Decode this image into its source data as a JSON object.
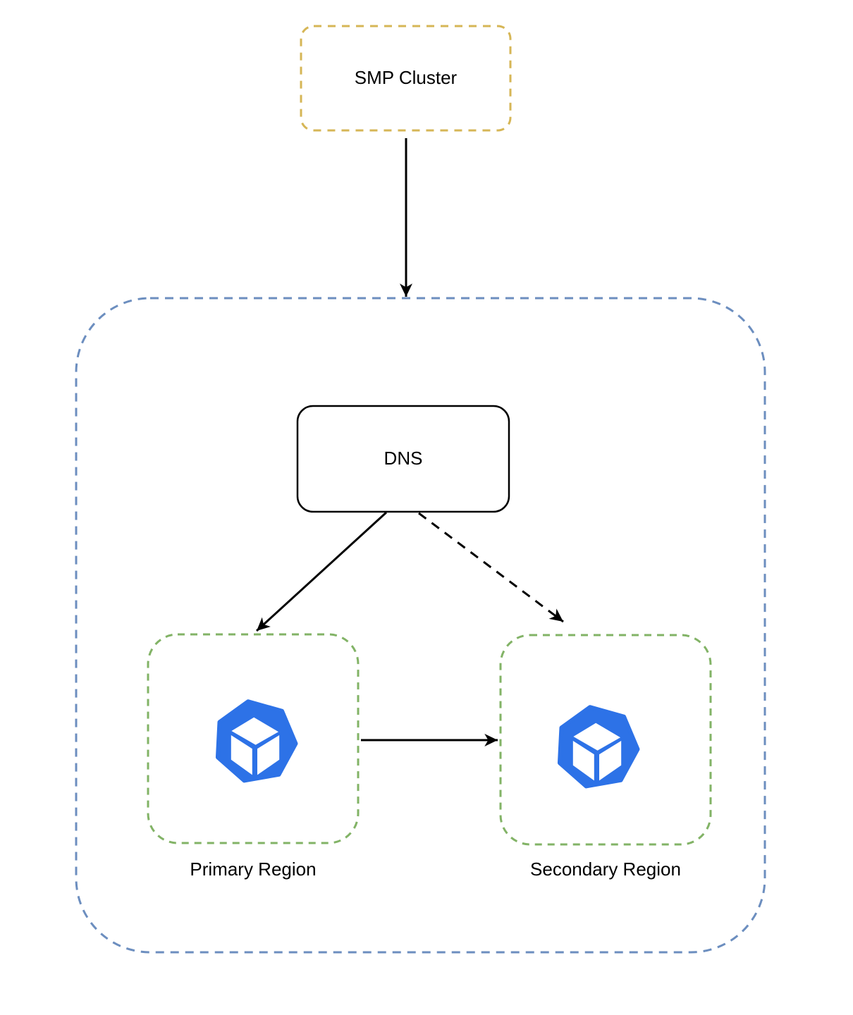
{
  "diagram": {
    "nodes": {
      "smp_cluster": {
        "label": "SMP Cluster",
        "shape": "rounded-rect-dashed",
        "border_color": "#d6b656"
      },
      "multi_region_container": {
        "label": "",
        "shape": "rounded-container-dashed",
        "border_color": "#6c8ebf"
      },
      "dns": {
        "label": "DNS",
        "shape": "rounded-rect-solid",
        "border_color": "#000000"
      },
      "primary_region": {
        "label": "Primary Region",
        "shape": "rounded-rect-dashed",
        "border_color": "#82b366",
        "icon": "cube-heptagon-icon"
      },
      "secondary_region": {
        "label": "Secondary Region",
        "shape": "rounded-rect-dashed",
        "border_color": "#82b366",
        "icon": "cube-heptagon-icon"
      }
    },
    "edges": [
      {
        "from": "SMP Cluster",
        "to": "Multi-region container",
        "style": "solid",
        "arrowhead": "filled"
      },
      {
        "from": "DNS",
        "to": "Primary Region",
        "style": "solid",
        "arrowhead": "filled"
      },
      {
        "from": "DNS",
        "to": "Secondary Region",
        "style": "dashed",
        "arrowhead": "filled"
      },
      {
        "from": "Primary Region",
        "to": "Secondary Region",
        "style": "solid",
        "arrowhead": "filled"
      }
    ],
    "colors": {
      "background": "#ffffff",
      "smp_border": "#d6b656",
      "container_border": "#6c8ebf",
      "region_border": "#82b366",
      "node_border": "#000000",
      "arrow": "#000000",
      "icon_blue": "#2d72e7",
      "icon_cube": "#ffffff",
      "text": "#000000"
    }
  }
}
